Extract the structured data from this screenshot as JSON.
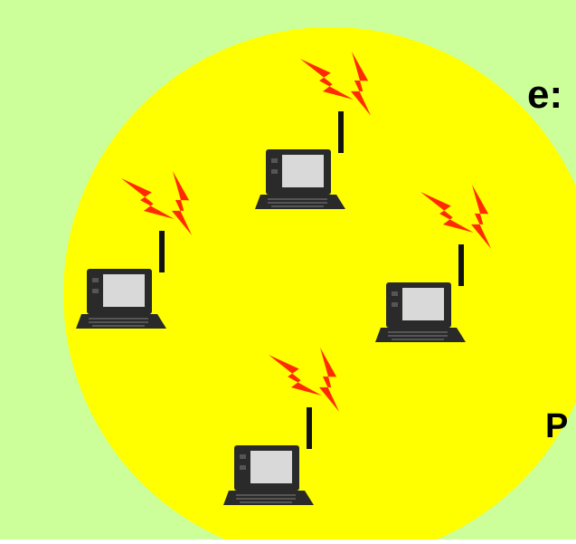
{
  "colors": {
    "background": "#CCFF99",
    "cell": "#FFFF00",
    "antenna_signal": "#FF2A00",
    "laptop_body": "#2A2A2A",
    "laptop_screen": "#D9D9D9"
  },
  "text_fragments": {
    "top": "e:",
    "bottom": "P"
  },
  "laptops": [
    {
      "id": "laptop-top",
      "icon": "laptop-with-antenna-icon",
      "signal": "wireless-signal-icon"
    },
    {
      "id": "laptop-left",
      "icon": "laptop-with-antenna-icon",
      "signal": "wireless-signal-icon"
    },
    {
      "id": "laptop-right",
      "icon": "laptop-with-antenna-icon",
      "signal": "wireless-signal-icon"
    },
    {
      "id": "laptop-bottom",
      "icon": "laptop-with-antenna-icon",
      "signal": "wireless-signal-icon"
    }
  ]
}
